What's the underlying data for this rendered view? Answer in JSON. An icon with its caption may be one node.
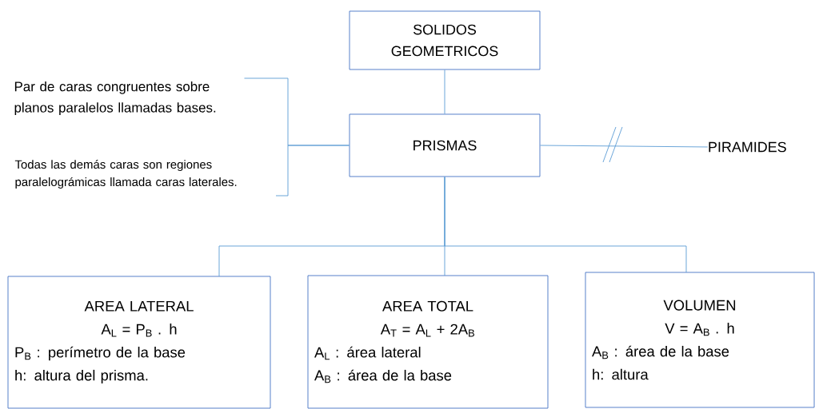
{
  "diagram": {
    "nodes": [
      {
        "text": [
          "SOLIDOS GEOMETRICOS"
        ]
      },
      {
        "text": [
          "PRISMAS"
        ]
      },
      {
        "text": [
          "PIRAMIDES"
        ]
      },
      {
        "text": [
          "Par de caras congruentes sobre planos paralelos llamadas bases."
        ]
      },
      {
        "text": [
          "Todas las demás caras son regiones paralelográmicas llamada caras laterales."
        ]
      },
      {
        "text": [
          "AREA LATERAL",
          "A$_{L}$ = P$_{B}$ . h",
          "P$_{B}$ : perímetro de la base",
          "h: altura del prisma."
        ]
      },
      {
        "text": [
          "AREA TOTAL",
          "A$_{T}$ = A$_{L}$ + 2A$_{B}$",
          "A$_{L}$ : área lateral",
          "A$_{B}$ : área de la base"
        ]
      },
      {
        "text": [
          "VOLUMEN",
          "V = A$_{B}$ . h",
          "A$_{B}$ : área de la base",
          "h: altura"
        ]
      }
    ],
    "edges": [
      {
        "from": 0,
        "to": 1,
        "arrow": "none"
      },
      {
        "from": 1,
        "to": 2,
        "arrow": "none"
      },
      {
        "from": 3,
        "to": 1,
        "arrow": "none"
      },
      {
        "from": 4,
        "to": 1,
        "arrow": "none"
      },
      {
        "from": 1,
        "to": 5,
        "arrow": "none"
      },
      {
        "from": 1,
        "to": 6,
        "arrow": "none"
      },
      {
        "from": 1,
        "to": 7,
        "arrow": "none"
      }
    ]
  }
}
